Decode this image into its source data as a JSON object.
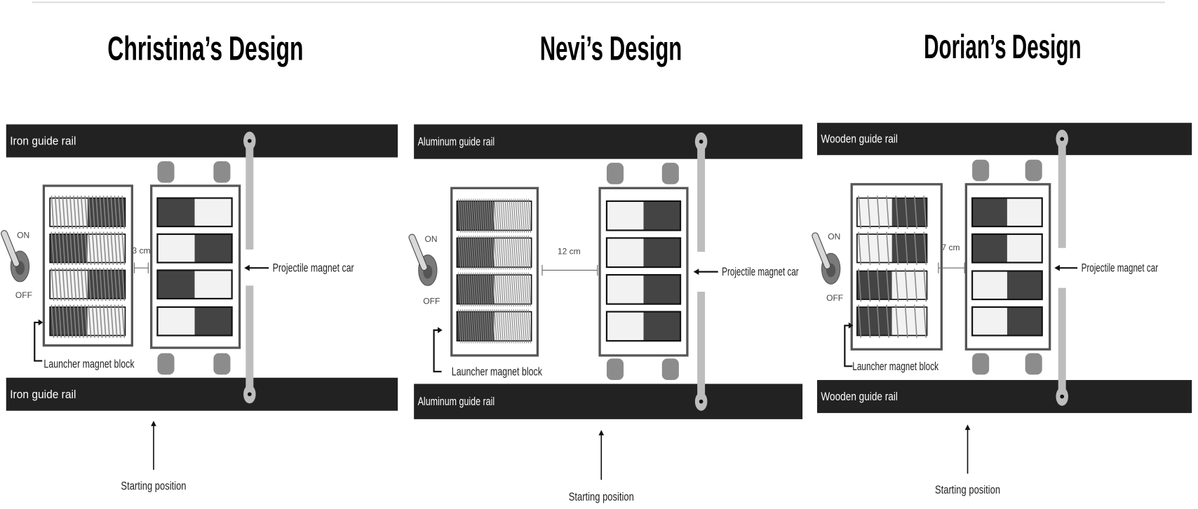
{
  "designs": [
    {
      "title": "Christina’s Design",
      "top_rail": "Iron guide rail",
      "bottom_rail": "Iron guide rail",
      "gap": "3 cm",
      "switch_on": "ON",
      "switch_off": "OFF",
      "launcher_label": "Launcher magnet block",
      "car_label": "Projectile magnet car",
      "start_label": "Starting position",
      "launcher_magnets": [
        "light-dark",
        "dark-light",
        "light-dark",
        "dark-light"
      ],
      "car_magnets": [
        "dark-light",
        "light-dark",
        "dark-light",
        "light-dark"
      ],
      "coil_turns": 20
    },
    {
      "title": "Nevi’s Design",
      "top_rail": "Aluminum guide rail",
      "bottom_rail": "Aluminum guide rail",
      "gap": "12 cm",
      "switch_on": "ON",
      "switch_off": "OFF",
      "launcher_label": "Launcher magnet block",
      "car_label": "Projectile magnet car",
      "start_label": "Starting position",
      "launcher_magnets": [
        "dark-light",
        "dark-light",
        "dark-light",
        "dark-light"
      ],
      "car_magnets": [
        "light-dark",
        "light-dark",
        "light-dark",
        "light-dark"
      ],
      "coil_turns": 34
    },
    {
      "title": "Dorian’s Design",
      "top_rail": "Wooden guide rail",
      "bottom_rail": "Wooden guide rail",
      "gap": "7 cm",
      "switch_on": "ON",
      "switch_off": "OFF",
      "launcher_label": "Launcher magnet block",
      "car_label": "Projectile magnet car",
      "start_label": "Starting position",
      "launcher_magnets": [
        "light-dark",
        "light-dark",
        "dark-light",
        "dark-light"
      ],
      "car_magnets": [
        "dark-light",
        "dark-light",
        "light-dark",
        "light-dark"
      ],
      "coil_turns": 8
    }
  ],
  "colors": {
    "rail": "#222222",
    "magnet_dark": "#444444",
    "magnet_light": "#f2f2f2",
    "wheel": "#8c8c8c",
    "pin": "#bdbdbd",
    "box_stroke": "#555555"
  }
}
